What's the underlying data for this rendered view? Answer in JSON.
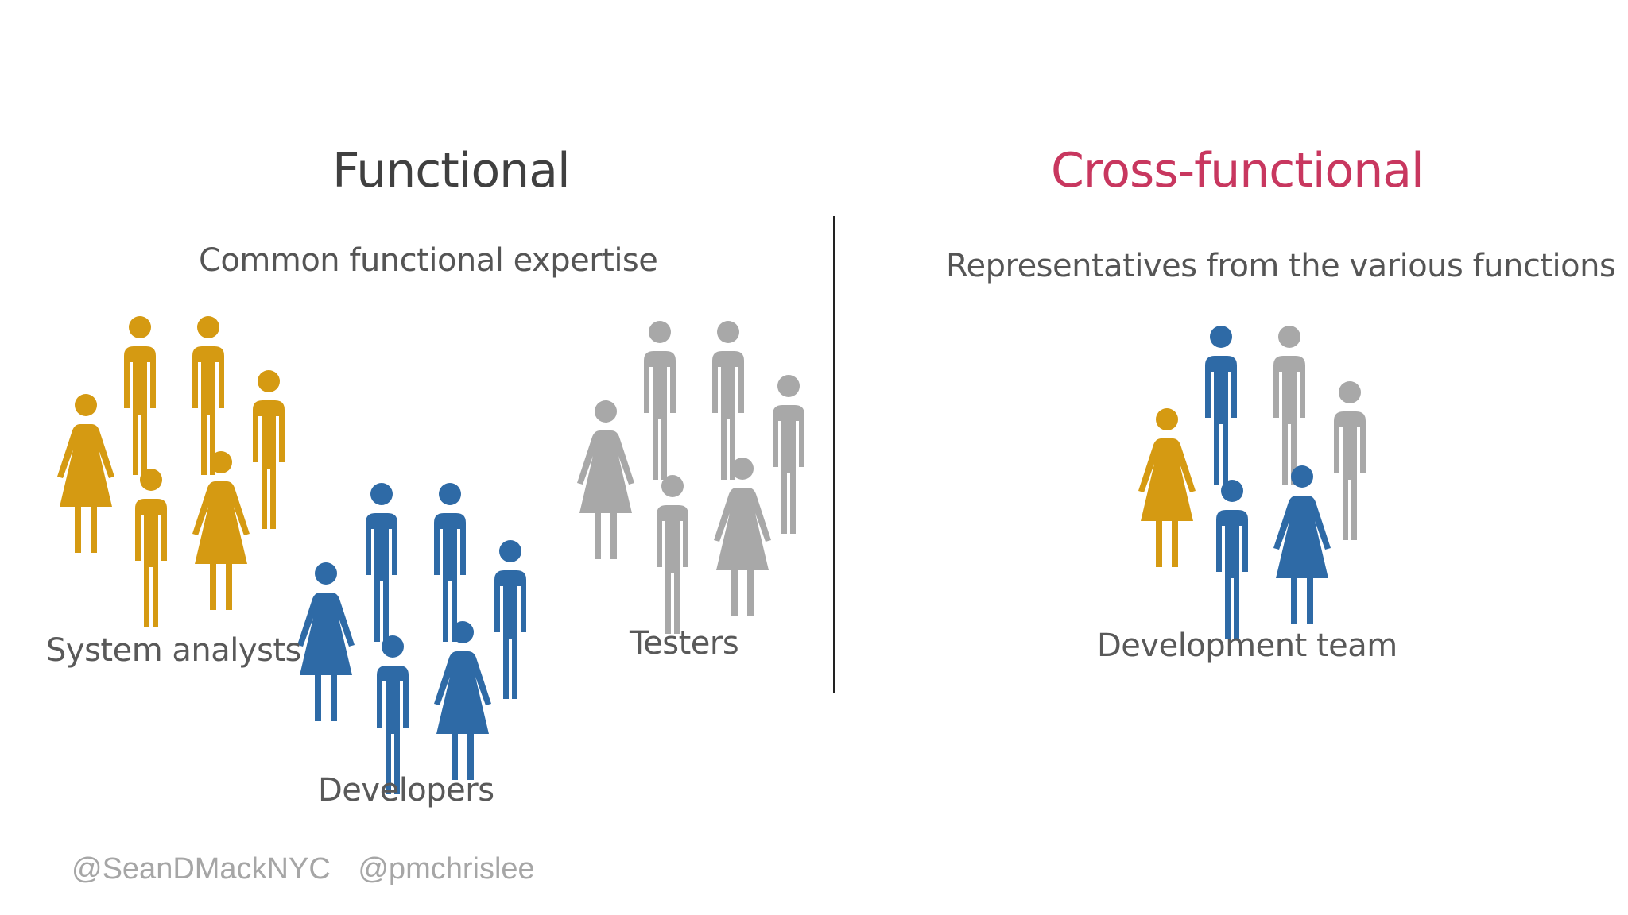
{
  "colors": {
    "functional_title": "#404040",
    "cross_title": "#c8375f",
    "analyst": "#d59a12",
    "developer": "#2e6aa6",
    "tester": "#a8a8a8"
  },
  "left": {
    "title": "Functional",
    "subtitle": "Common functional expertise",
    "groups": [
      {
        "label": "System analysts",
        "color_key": "analyst"
      },
      {
        "label": "Developers",
        "color_key": "developer"
      },
      {
        "label": "Testers",
        "color_key": "tester"
      }
    ]
  },
  "right": {
    "title": "Cross-functional",
    "subtitle": "Representatives from the various functions",
    "group_label": "Development team"
  },
  "credits": [
    "@SeanDMackNYC",
    "@pmchrislee"
  ],
  "icons": [
    "person-man-icon",
    "person-woman-icon"
  ]
}
